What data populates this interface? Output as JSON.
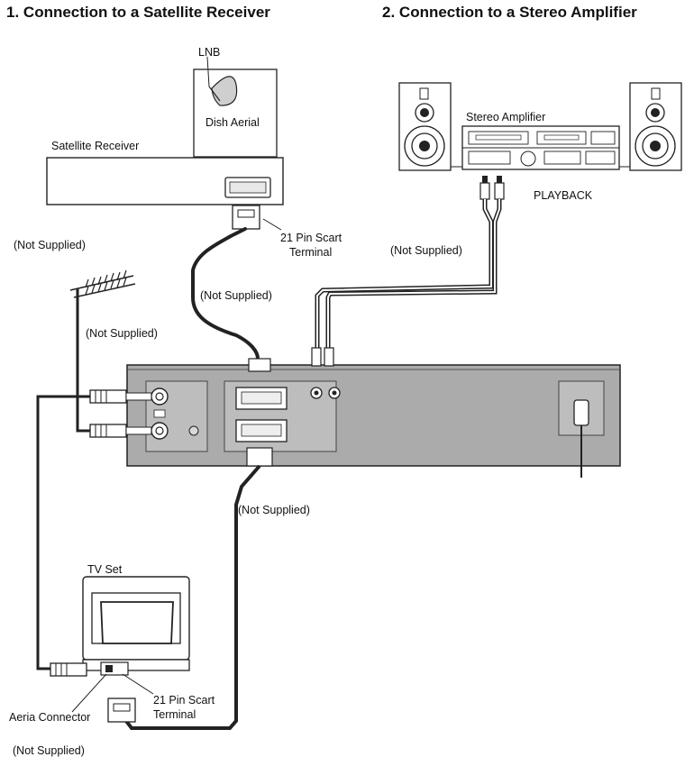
{
  "section1": {
    "number": "1.",
    "title": "Connection to a Satellite Receiver"
  },
  "section2": {
    "number": "2.",
    "title": "Connection to a Stereo Amplifier"
  },
  "labels": {
    "lnb": "LNB",
    "dish": "Dish Aerial",
    "satellite_receiver": "Satellite Receiver",
    "scart_terminal_line1": "21 Pin Scart",
    "scart_terminal_line2": "Terminal",
    "stereo_amplifier": "Stereo Amplifier",
    "playback": "PLAYBACK",
    "tv_set": "TV Set",
    "aerial_connector": "Aeria  Connector",
    "not_supplied": "(Not Supplied)"
  },
  "colors": {
    "line": "#222222",
    "vcr_body": "#ababab",
    "vcr_face": "#bfbfbf",
    "paper": "#ffffff"
  }
}
